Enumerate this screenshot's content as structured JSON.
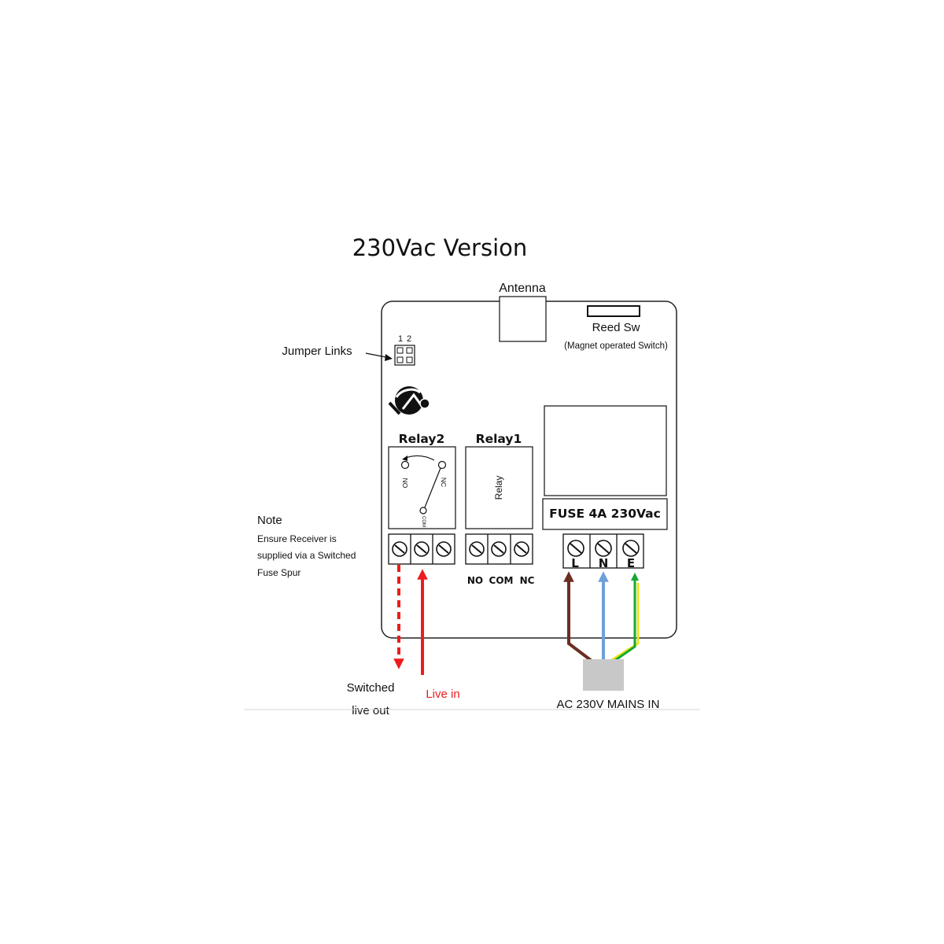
{
  "title": "230Vac Version",
  "antenna_label": "Antenna",
  "reed_switch": {
    "label": "Reed Sw",
    "sublabel": "(Magnet operated Switch)"
  },
  "jumper": {
    "label": "Jumper Links",
    "pin1": "1",
    "pin2": "2"
  },
  "relay2": {
    "label": "Relay2",
    "no": "NO",
    "nc": "NC",
    "com": "COM"
  },
  "relay1": {
    "label": "Relay1",
    "body_text": "Relay"
  },
  "fuse_label": "FUSE 4A 230Vac",
  "relay_terminals": {
    "no": "NO",
    "com": "COM",
    "nc": "NC"
  },
  "mains_terminals": {
    "l": "L",
    "n": "N",
    "e": "E"
  },
  "note": {
    "heading": "Note",
    "line1": "Ensure Receiver is",
    "line2": "supplied via a Switched",
    "line3": "Fuse Spur"
  },
  "switched_live_out": {
    "line1": "Switched",
    "line2": "live out"
  },
  "live_in": "Live in",
  "mains_in": "AC 230V MAINS IN",
  "colors": {
    "live_wire": "#ee1c1c",
    "brown_wire": "#6b2e22",
    "blue_wire": "#6ea0d8",
    "earth_yellow": "#ece41a",
    "earth_green": "#16a834",
    "mains_box": "#c8c8c8"
  }
}
